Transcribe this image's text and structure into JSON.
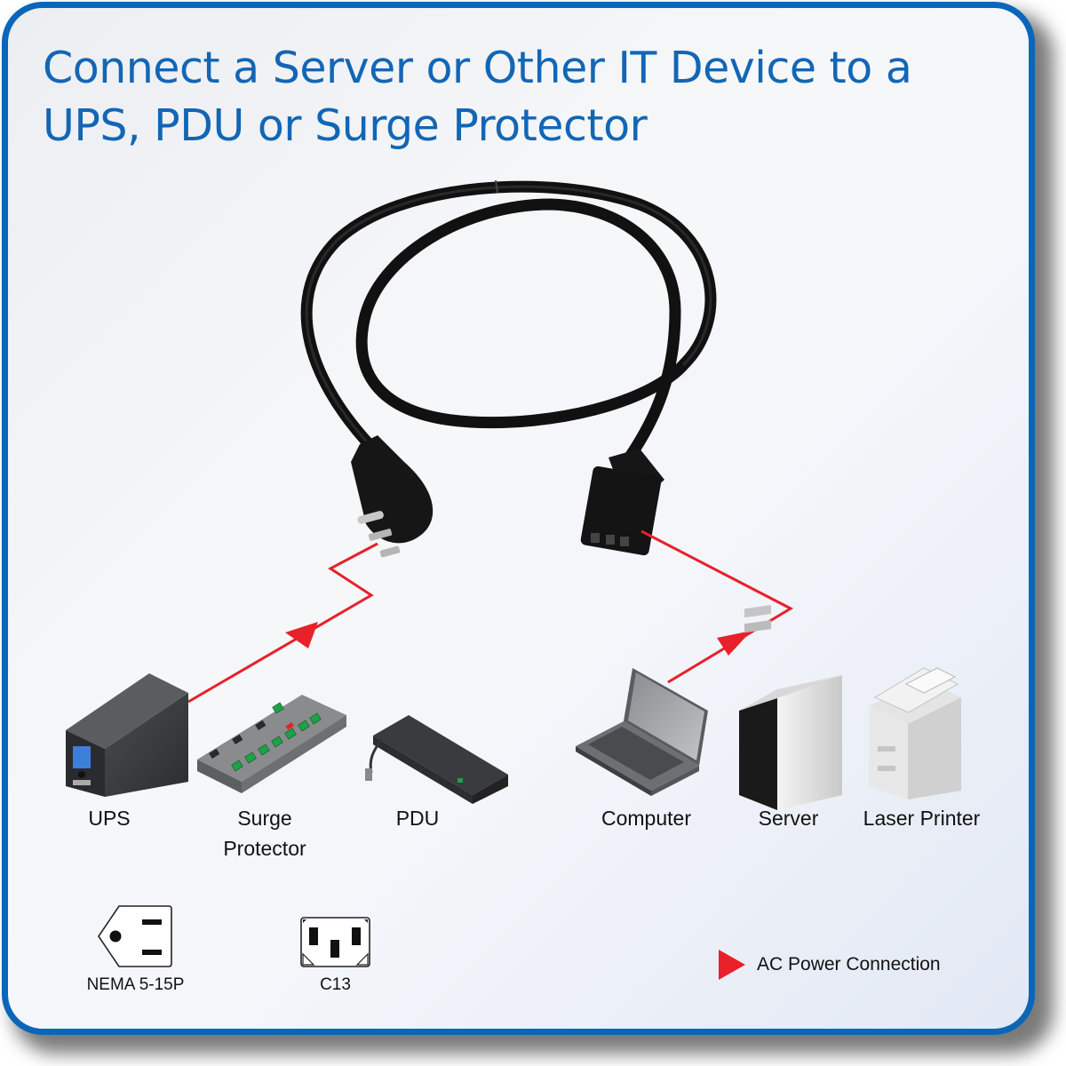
{
  "title": {
    "line1": "Connect a Server or Other IT Device to a",
    "line2": "UPS, PDU or Surge Protector"
  },
  "colors": {
    "frame_border": "#0a66b8",
    "title_text": "#1266b5",
    "connection_line": "#e8202a",
    "outlet_green": "#1fa04a"
  },
  "source_devices": [
    {
      "label": "UPS"
    },
    {
      "label_line1": "Surge",
      "label_line2": "Protector"
    },
    {
      "label": "PDU"
    }
  ],
  "target_devices": [
    {
      "label": "Computer"
    },
    {
      "label": "Server"
    },
    {
      "label": "Laser Printer"
    }
  ],
  "connectors": [
    {
      "label": "NEMA 5-15P",
      "icon": "nema-5-15p-icon"
    },
    {
      "label": "C13",
      "icon": "c13-icon"
    }
  ],
  "legend": {
    "icon": "red-triangle-arrow-icon",
    "label": "AC Power Connection"
  }
}
